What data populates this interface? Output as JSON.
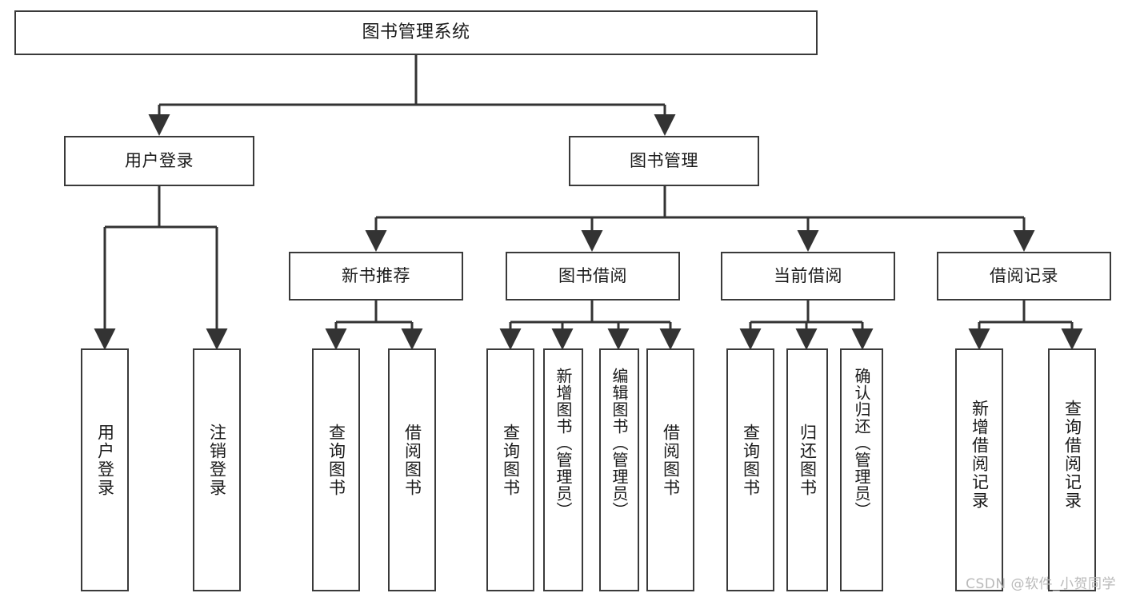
{
  "diagram": {
    "type": "tree",
    "title": "图书管理系统",
    "watermark": "CSDN @软件_小贺同学",
    "colors": {
      "box_border": "#3a3a3a",
      "box_fill": "#ffffff",
      "connector": "#333333",
      "text": "#1a1a1a",
      "watermark": "#b9b9b9",
      "background": "#ffffff"
    },
    "nodes": {
      "root": {
        "label": "图书管理系统"
      },
      "level2": [
        {
          "id": "user-login",
          "label": "用户登录"
        },
        {
          "id": "book-manage",
          "label": "图书管理"
        }
      ],
      "level3": [
        {
          "id": "new-book-recommend",
          "label": "新书推荐"
        },
        {
          "id": "book-borrow",
          "label": "图书借阅"
        },
        {
          "id": "current-borrow",
          "label": "当前借阅"
        },
        {
          "id": "borrow-record",
          "label": "借阅记录"
        }
      ],
      "leaves": {
        "user-login": [
          {
            "id": "leaf-user-login",
            "label": "用户登录"
          },
          {
            "id": "leaf-user-logout",
            "label": "注销登录"
          }
        ],
        "new-book-recommend": [
          {
            "id": "leaf-query-book-1",
            "label": "查询图书"
          },
          {
            "id": "leaf-borrow-book-1",
            "label": "借阅图书"
          }
        ],
        "book-borrow": [
          {
            "id": "leaf-query-book-2",
            "label": "查询图书"
          },
          {
            "id": "leaf-add-book-admin",
            "label": "新增图书（管理员）"
          },
          {
            "id": "leaf-edit-book-admin",
            "label": "编辑图书（管理员）"
          },
          {
            "id": "leaf-borrow-book-2",
            "label": "借阅图书"
          }
        ],
        "current-borrow": [
          {
            "id": "leaf-query-book-3",
            "label": "查询图书"
          },
          {
            "id": "leaf-return-book",
            "label": "归还图书"
          },
          {
            "id": "leaf-confirm-return-admin",
            "label": "确认归还（管理员）"
          }
        ],
        "borrow-record": [
          {
            "id": "leaf-add-borrow-record",
            "label": "新增借阅记录"
          },
          {
            "id": "leaf-query-borrow-record",
            "label": "查询借阅记录"
          }
        ]
      }
    }
  }
}
